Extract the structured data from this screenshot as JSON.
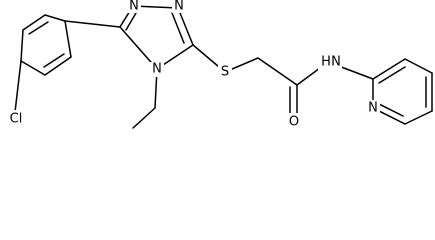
{
  "structure": {
    "atoms": [
      {
        "id": "Cl1",
        "label": "Cl"
      },
      {
        "id": "N1",
        "label": "N"
      },
      {
        "id": "N2",
        "label": "N"
      },
      {
        "id": "N4",
        "label": "N"
      },
      {
        "id": "S1",
        "label": "S"
      },
      {
        "id": "O1",
        "label": "O"
      },
      {
        "id": "NH",
        "label": "N"
      },
      {
        "id": "H1",
        "label": "H"
      },
      {
        "id": "Npy",
        "label": "N"
      }
    ]
  }
}
